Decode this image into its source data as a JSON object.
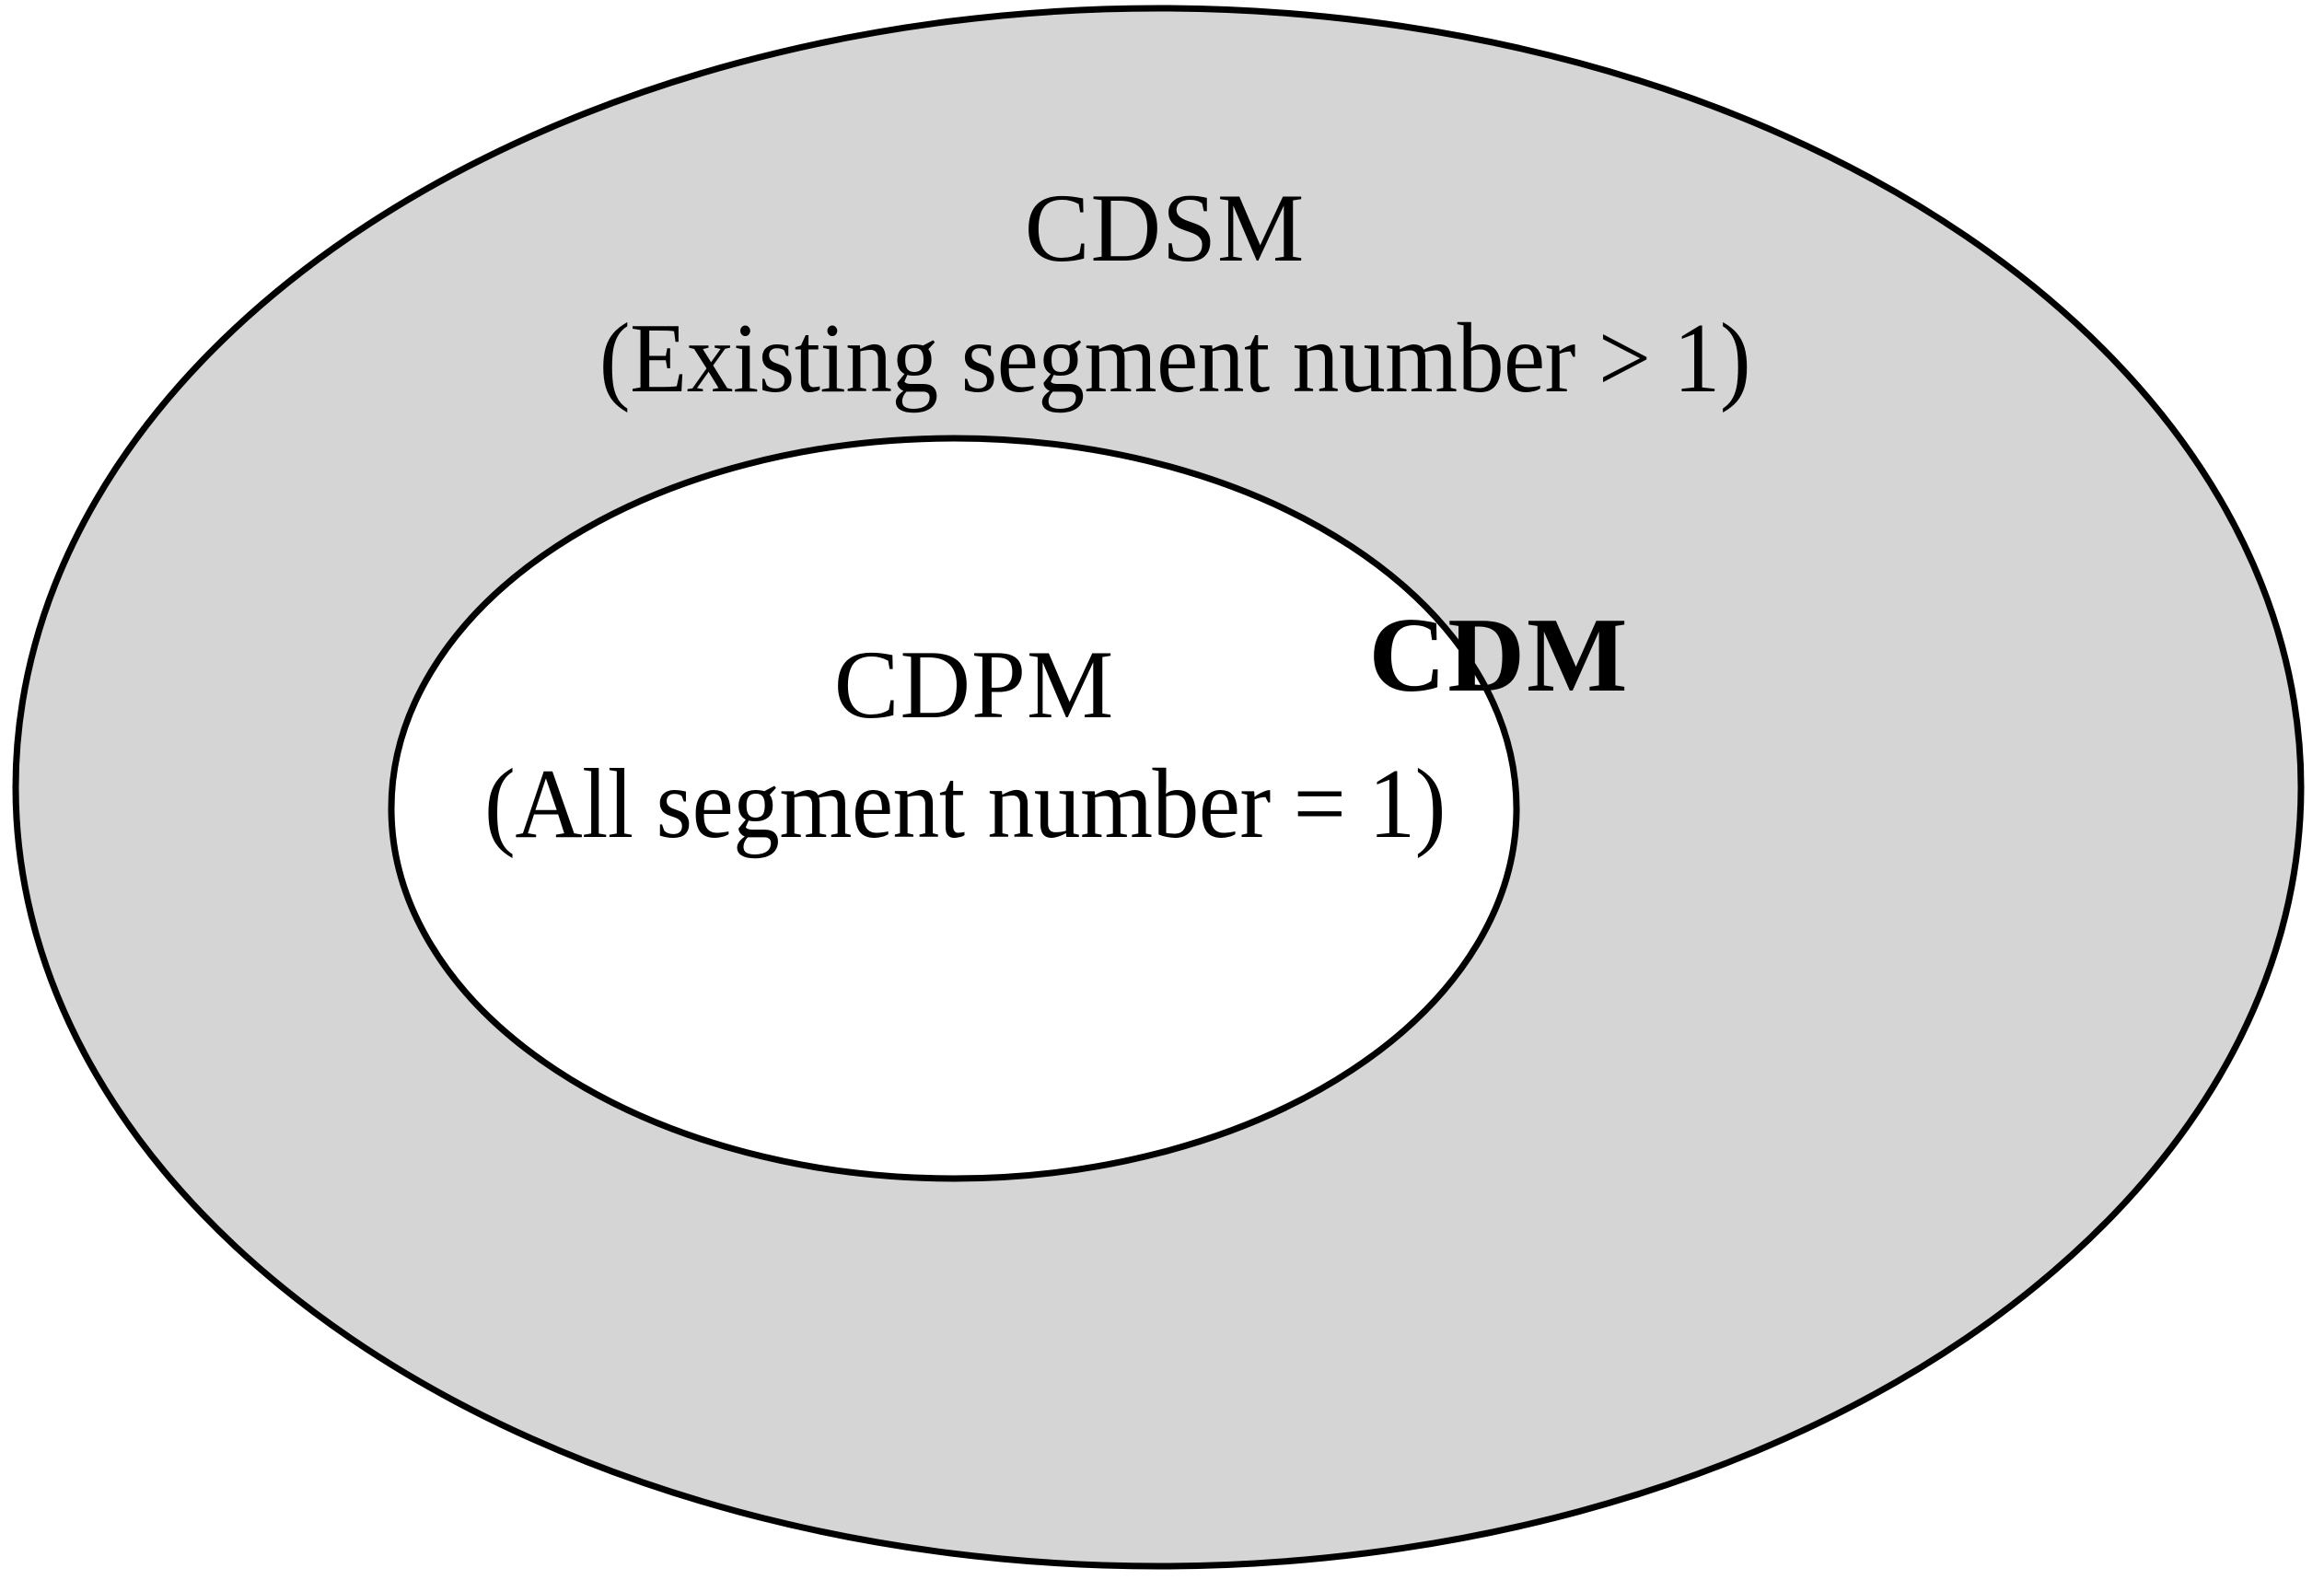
{
  "diagram": {
    "type": "nested-euler-ellipses",
    "background_color": "#ffffff",
    "outer_set": {
      "name": "CDSM",
      "title": "CDSM",
      "condition": "(Existing segment number > 1)",
      "fill_color": "#d5d5d5",
      "stroke_color": "#000000"
    },
    "inner_set": {
      "name": "CDPM",
      "title": "CDPM",
      "condition": "(All segment number = 1)",
      "fill_color": "#ffffff",
      "stroke_color": "#000000"
    },
    "union_label": {
      "text": "CDM",
      "style": "bold"
    }
  }
}
